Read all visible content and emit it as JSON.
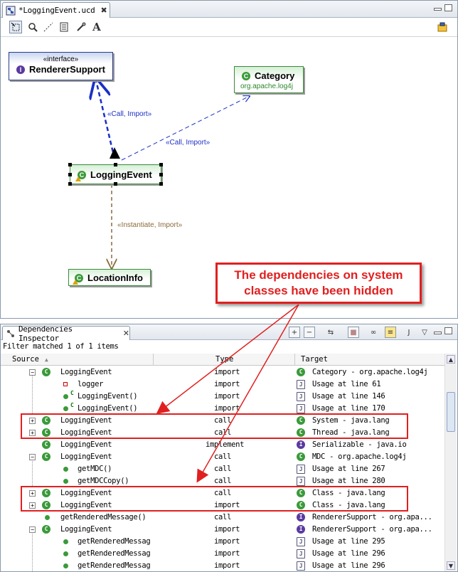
{
  "editor": {
    "tab_title": "*LoggingEvent.ucd",
    "close_glyph": "✖"
  },
  "toolbar": {
    "icons": [
      "select-icon",
      "zoom-icon",
      "note-connector-icon",
      "note-icon",
      "pin-icon",
      "text-icon"
    ]
  },
  "diagram": {
    "nodes": {
      "renderer_support": {
        "stereotype": "«interface»",
        "name": "RendererSupport",
        "icon": "interface-icon"
      },
      "category": {
        "name": "Category",
        "package": "org.apache.log4j",
        "icon": "class-icon"
      },
      "logging_event": {
        "name": "LoggingEvent",
        "icon": "class-icon"
      },
      "location_info": {
        "name": "LocationInfo",
        "icon": "class-icon"
      }
    },
    "edges": {
      "le_to_rs": "«Call, Import»",
      "le_to_cat": "«Call, Import»",
      "le_to_li": "«Instantiate, Import»"
    },
    "colors": {
      "call_edge": "#1a2fc7",
      "instantiate_edge": "#8a6a3a",
      "annotation": "#e02020"
    }
  },
  "callout": {
    "line1": "The dependencies on system",
    "line2": "classes have been hidden"
  },
  "inspector": {
    "tab_title": "Dependencies Inspector",
    "filter_status": "Filter matched 1 of 1 items",
    "columns": {
      "source": "Source",
      "type": "Type",
      "target": "Target"
    },
    "rows": [
      {
        "source": "LoggingEvent",
        "type": "import",
        "target": "Category  -  org.apache.log4j"
      },
      {
        "source": "logger",
        "type": "import",
        "target": "Usage at line 61"
      },
      {
        "source": "LoggingEvent()",
        "type": "import",
        "target": "Usage at line 146"
      },
      {
        "source": "LoggingEvent()",
        "type": "import",
        "target": "Usage at line 170"
      },
      {
        "source": "LoggingEvent",
        "type": "call",
        "target": "System  -  java.lang"
      },
      {
        "source": "LoggingEvent",
        "type": "call",
        "target": "Thread  -  java.lang"
      },
      {
        "source": "LoggingEvent",
        "type": "implement",
        "target": "Serializable  -  java.io"
      },
      {
        "source": "LoggingEvent",
        "type": "call",
        "target": "MDC  -  org.apache.log4j"
      },
      {
        "source": "getMDC()",
        "type": "call",
        "target": "Usage at line 267"
      },
      {
        "source": "getMDCCopy()",
        "type": "call",
        "target": "Usage at line 280"
      },
      {
        "source": "LoggingEvent",
        "type": "call",
        "target": "Class  -  java.lang"
      },
      {
        "source": "LoggingEvent",
        "type": "import",
        "target": "Class  -  java.lang"
      },
      {
        "source": "getRenderedMessage()",
        "type": "call",
        "target": "RendererSupport  -  org.apa..."
      },
      {
        "source": "LoggingEvent",
        "type": "import",
        "target": "RendererSupport  -  org.apa..."
      },
      {
        "source": "getRenderedMessag",
        "type": "import",
        "target": "Usage at line 295"
      },
      {
        "source": "getRenderedMessag",
        "type": "import",
        "target": "Usage at line 296"
      },
      {
        "source": "getRenderedMessag",
        "type": "import",
        "target": "Usage at line 296"
      }
    ]
  }
}
